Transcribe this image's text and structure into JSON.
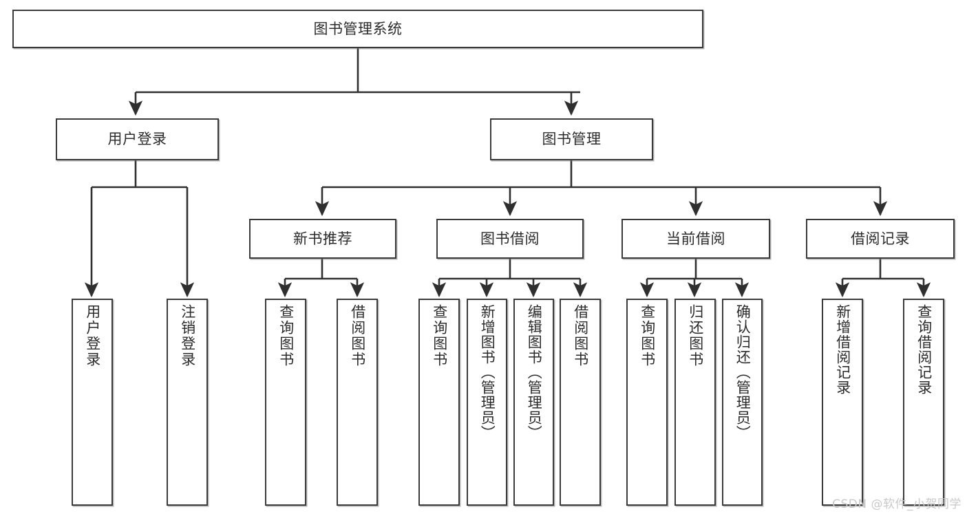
{
  "diagram": {
    "title": "图书管理系统",
    "type": "tree-hierarchy",
    "watermark": "CSDN @软件_小贺同学",
    "colors": {
      "box_border": "#3a3a3a",
      "box_fill": "#ffffff",
      "edge": "#2f2f2f",
      "text": "#2b2b2b",
      "watermark": "#c9c9c9"
    },
    "nodes": {
      "root": {
        "label": "图书管理系统",
        "orientation": "horizontal"
      },
      "level2": [
        {
          "id": "user-login",
          "label": "用户登录",
          "orientation": "horizontal"
        },
        {
          "id": "book-manage",
          "label": "图书管理",
          "orientation": "horizontal"
        }
      ],
      "level3": [
        {
          "id": "new-book-recommend",
          "label": "新书推荐",
          "orientation": "horizontal"
        },
        {
          "id": "book-borrow",
          "label": "图书借阅",
          "orientation": "horizontal"
        },
        {
          "id": "current-borrow",
          "label": "当前借阅",
          "orientation": "horizontal"
        },
        {
          "id": "borrow-record",
          "label": "借阅记录",
          "orientation": "horizontal"
        }
      ],
      "leaves": [
        {
          "id": "leaf-user-login",
          "label": "用户登录",
          "parent": "user-login",
          "orientation": "vertical"
        },
        {
          "id": "leaf-logout",
          "label": "注销登录",
          "parent": "user-login",
          "orientation": "vertical"
        },
        {
          "id": "leaf-query-book-1",
          "label": "查询图书",
          "parent": "new-book-recommend",
          "orientation": "vertical"
        },
        {
          "id": "leaf-borrow-book-1",
          "label": "借阅图书",
          "parent": "new-book-recommend",
          "orientation": "vertical"
        },
        {
          "id": "leaf-query-book-2",
          "label": "查询图书",
          "parent": "book-borrow",
          "orientation": "vertical"
        },
        {
          "id": "leaf-add-book",
          "label": "新增图书（管理员）",
          "parent": "book-borrow",
          "orientation": "vertical"
        },
        {
          "id": "leaf-edit-book",
          "label": "编辑图书（管理员）",
          "parent": "book-borrow",
          "orientation": "vertical"
        },
        {
          "id": "leaf-borrow-book-2",
          "label": "借阅图书",
          "parent": "book-borrow",
          "orientation": "vertical"
        },
        {
          "id": "leaf-query-book-3",
          "label": "查询图书",
          "parent": "current-borrow",
          "orientation": "vertical"
        },
        {
          "id": "leaf-return-book",
          "label": "归还图书",
          "parent": "current-borrow",
          "orientation": "vertical"
        },
        {
          "id": "leaf-confirm-return",
          "label": "确认归还（管理员）",
          "parent": "current-borrow",
          "orientation": "vertical"
        },
        {
          "id": "leaf-add-record",
          "label": "新增借阅记录",
          "parent": "borrow-record",
          "orientation": "vertical"
        },
        {
          "id": "leaf-query-record",
          "label": "查询借阅记录",
          "parent": "borrow-record",
          "orientation": "vertical"
        }
      ]
    }
  }
}
